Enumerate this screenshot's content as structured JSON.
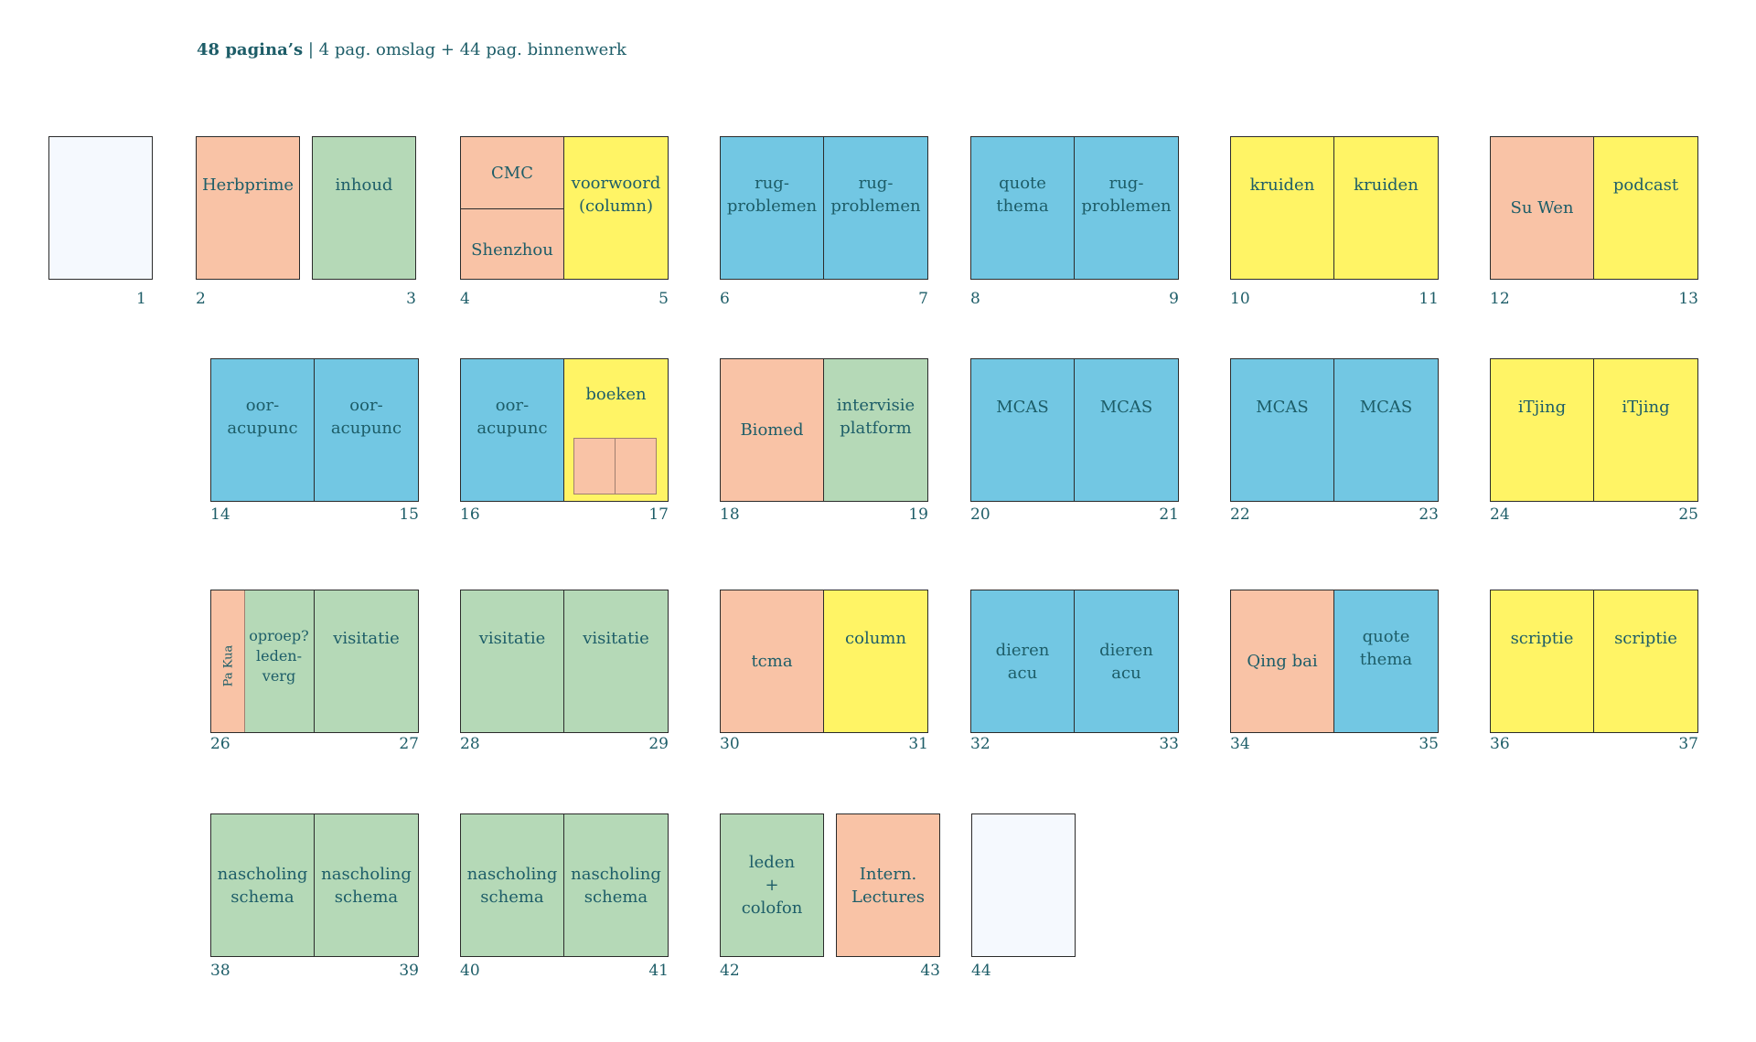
{
  "header": {
    "bold": "48 pagina’s",
    "rest": " | 4 pag. omslag + 44 pag. binnenwerk"
  },
  "colors": {
    "salmon": "#f9c3a6",
    "green": "#b5d9b7",
    "blue": "#72c7e3",
    "yellow": "#fff465",
    "blank": "#f5f9fe"
  },
  "spreads": [
    {
      "left_num": "1",
      "pages": [
        {
          "label": "",
          "color": "blank"
        }
      ]
    },
    {
      "left_num": "2",
      "right_num": "3",
      "pages": [
        {
          "label": "Herbprime",
          "color": "salmon"
        },
        {
          "label": "inhoud",
          "color": "green"
        }
      ]
    },
    {
      "left_num": "4",
      "right_num": "5",
      "pages": [
        {
          "top": "CMC",
          "bottom": "Shenzhou",
          "color": "salmon"
        },
        {
          "label": "voorwoord\n(column)",
          "color": "yellow"
        }
      ]
    },
    {
      "left_num": "6",
      "right_num": "7",
      "pages": [
        {
          "label": "rug-\nproblemen",
          "color": "blue"
        },
        {
          "label": "rug-\nproblemen",
          "color": "blue"
        }
      ]
    },
    {
      "left_num": "8",
      "right_num": "9",
      "pages": [
        {
          "label": "quote\nthema",
          "color": "blue"
        },
        {
          "label": "rug-\nproblemen",
          "color": "blue"
        }
      ]
    },
    {
      "left_num": "10",
      "right_num": "11",
      "pages": [
        {
          "label": "kruiden",
          "color": "yellow"
        },
        {
          "label": "kruiden",
          "color": "yellow"
        }
      ]
    },
    {
      "left_num": "12",
      "right_num": "13",
      "pages": [
        {
          "label": "Su Wen",
          "color": "salmon"
        },
        {
          "label": "podcast",
          "color": "yellow"
        }
      ]
    },
    {
      "left_num": "14",
      "right_num": "15",
      "pages": [
        {
          "label": "oor-\nacupunc",
          "color": "blue"
        },
        {
          "label": "oor-\nacupunc",
          "color": "blue"
        }
      ]
    },
    {
      "left_num": "16",
      "right_num": "17",
      "pages": [
        {
          "label": "oor-\nacupunc",
          "color": "blue"
        },
        {
          "label": "boeken",
          "color": "yellow"
        }
      ]
    },
    {
      "left_num": "18",
      "right_num": "19",
      "pages": [
        {
          "label": "Biomed",
          "color": "salmon"
        },
        {
          "label": "intervisie\nplatform",
          "color": "green"
        }
      ]
    },
    {
      "left_num": "20",
      "right_num": "21",
      "pages": [
        {
          "label": "MCAS",
          "color": "blue"
        },
        {
          "label": "MCAS",
          "color": "blue"
        }
      ]
    },
    {
      "left_num": "22",
      "right_num": "23",
      "pages": [
        {
          "label": "MCAS",
          "color": "blue"
        },
        {
          "label": "MCAS",
          "color": "blue"
        }
      ]
    },
    {
      "left_num": "24",
      "right_num": "25",
      "pages": [
        {
          "label": "iTjing",
          "color": "yellow"
        },
        {
          "label": "iTjing",
          "color": "yellow"
        }
      ]
    },
    {
      "left_num": "26",
      "right_num": "27",
      "pages": [
        {
          "strip": "Pa Kua",
          "label": "oproep?\nleden-\nverg",
          "color": "green"
        },
        {
          "label": "visitatie",
          "color": "green"
        }
      ]
    },
    {
      "left_num": "28",
      "right_num": "29",
      "pages": [
        {
          "label": "visitatie",
          "color": "green"
        },
        {
          "label": "visitatie",
          "color": "green"
        }
      ]
    },
    {
      "left_num": "30",
      "right_num": "31",
      "pages": [
        {
          "label": "tcma",
          "color": "salmon"
        },
        {
          "label": "column",
          "color": "yellow"
        }
      ]
    },
    {
      "left_num": "32",
      "right_num": "33",
      "pages": [
        {
          "label": "dieren\nacu",
          "color": "blue"
        },
        {
          "label": "dieren\nacu",
          "color": "blue"
        }
      ]
    },
    {
      "left_num": "34",
      "right_num": "35",
      "pages": [
        {
          "label": "Qing bai",
          "color": "salmon"
        },
        {
          "label": "quote\nthema",
          "color": "blue"
        }
      ]
    },
    {
      "left_num": "36",
      "right_num": "37",
      "pages": [
        {
          "label": "scriptie",
          "color": "yellow"
        },
        {
          "label": "scriptie",
          "color": "yellow"
        }
      ]
    },
    {
      "left_num": "38",
      "right_num": "39",
      "pages": [
        {
          "label": "nascholing\nschema",
          "color": "green"
        },
        {
          "label": "nascholing\nschema",
          "color": "green"
        }
      ]
    },
    {
      "left_num": "40",
      "right_num": "41",
      "pages": [
        {
          "label": "nascholing\nschema",
          "color": "green"
        },
        {
          "label": "nascholing\nschema",
          "color": "green"
        }
      ]
    },
    {
      "left_num": "42",
      "right_num": "43",
      "pages": [
        {
          "label": "leden\n+\ncolofon",
          "color": "green"
        },
        {
          "label": "Intern.\nLectures",
          "color": "salmon"
        }
      ]
    },
    {
      "left_num": "44",
      "pages": [
        {
          "label": "",
          "color": "blank"
        }
      ]
    }
  ]
}
